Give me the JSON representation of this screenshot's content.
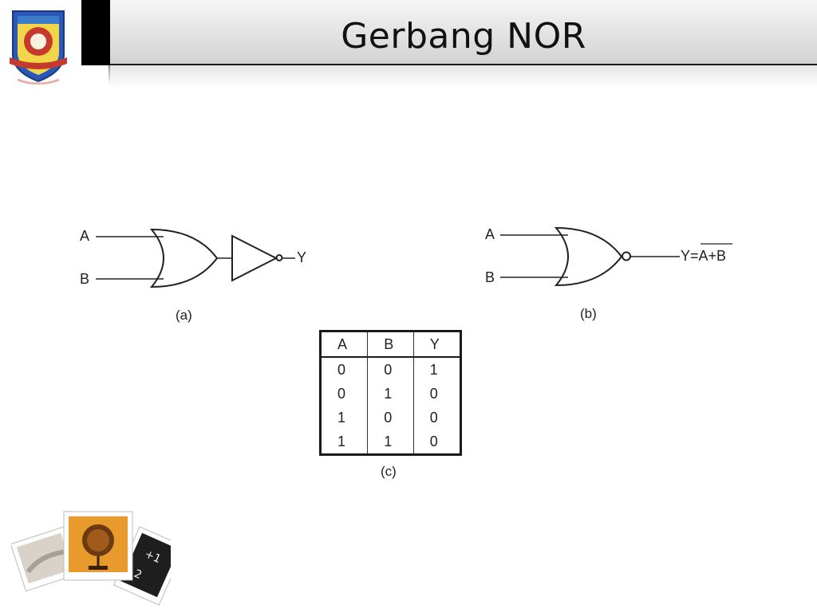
{
  "slide": {
    "title": "Gerbang NOR"
  },
  "diagram_a": {
    "input_a": "A",
    "input_b": "B",
    "output": "Y",
    "caption": "(a)"
  },
  "diagram_b": {
    "input_a": "A",
    "input_b": "B",
    "output_prefix": "Y=",
    "output_expr": "A+B",
    "caption": "(b)"
  },
  "truth_table": {
    "headers": [
      "A",
      "B",
      "Y"
    ],
    "rows": [
      [
        "0",
        "0",
        "1"
      ],
      [
        "0",
        "1",
        "0"
      ],
      [
        "1",
        "0",
        "0"
      ],
      [
        "1",
        "1",
        "0"
      ]
    ],
    "caption": "(c)"
  },
  "colors": {
    "title_bar": "#dcdcdc",
    "accent_block": "#000000",
    "line": "#222222"
  }
}
